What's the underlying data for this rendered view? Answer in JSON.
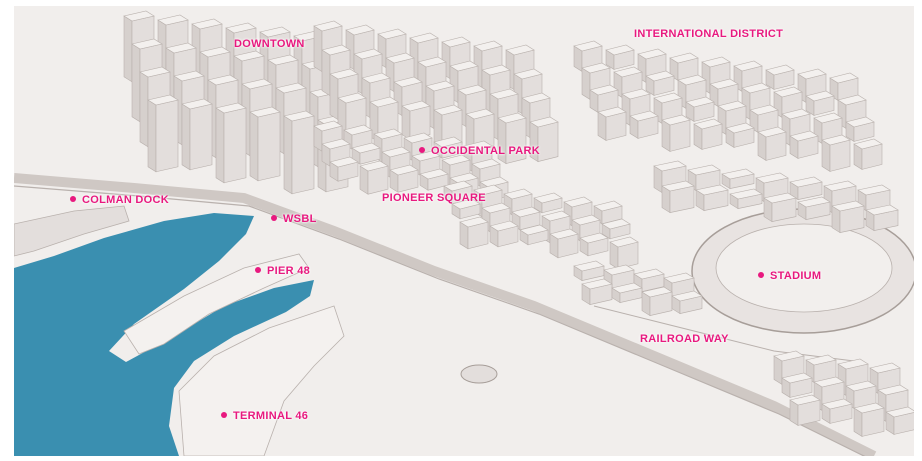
{
  "map": {
    "colors": {
      "water": "#3a8fb0",
      "land": "#f1eeec",
      "building": "#e3dedc",
      "building_edge": "#b9b1ad",
      "road": "#cfc8c4",
      "label": "#e8197f"
    },
    "places": [
      {
        "id": "downtown",
        "label": "DOWNTOWN",
        "marker": false
      },
      {
        "id": "international-district",
        "label": "INTERNATIONAL DISTRICT",
        "marker": false
      },
      {
        "id": "occidental-park",
        "label": "OCCIDENTAL PARK",
        "marker": true
      },
      {
        "id": "colman-dock",
        "label": "COLMAN DOCK",
        "marker": true
      },
      {
        "id": "pioneer-square",
        "label": "PIONEER SQUARE",
        "marker": false
      },
      {
        "id": "wsbl",
        "label": "WSBL",
        "marker": true
      },
      {
        "id": "pier-48",
        "label": "PIER 48",
        "marker": true
      },
      {
        "id": "stadium",
        "label": "STADIUM",
        "marker": true
      },
      {
        "id": "railroad-way",
        "label": "RAILROAD WAY",
        "marker": false
      },
      {
        "id": "terminal-46",
        "label": "TERMINAL 46",
        "marker": true
      }
    ]
  }
}
